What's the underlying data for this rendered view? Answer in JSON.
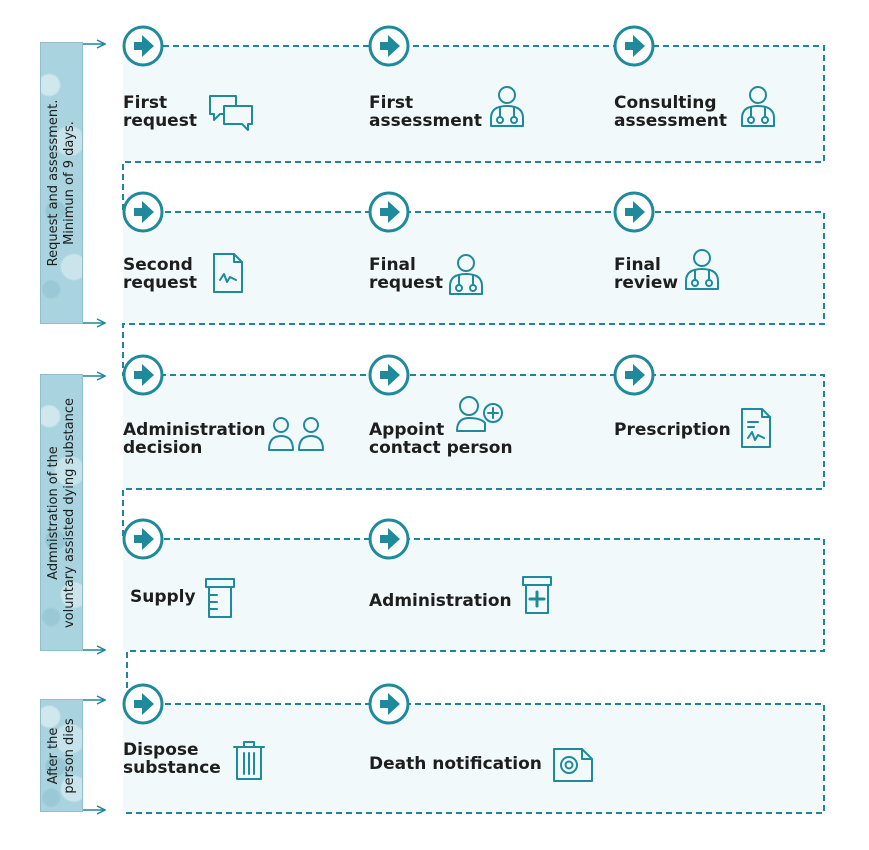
{
  "phases": [
    {
      "label_lines": [
        "Request and assessment.",
        "Minimun of 9 days."
      ]
    },
    {
      "label_lines": [
        "Admnistration of the",
        "voluntary assisted dying substance"
      ]
    },
    {
      "label_lines": [
        "After the",
        "person dies"
      ]
    }
  ],
  "steps": [
    {
      "lines": [
        "First",
        "request"
      ],
      "icon": "chat-bubbles-icon"
    },
    {
      "lines": [
        "First",
        "assessment"
      ],
      "icon": "doctor-icon"
    },
    {
      "lines": [
        "Consulting",
        "assessment"
      ],
      "icon": "doctor-icon"
    },
    {
      "lines": [
        "Second",
        "request"
      ],
      "icon": "document-signature-icon"
    },
    {
      "lines": [
        "Final",
        "request"
      ],
      "icon": "doctor-icon"
    },
    {
      "lines": [
        "Final",
        "review"
      ],
      "icon": "doctor-icon"
    },
    {
      "lines": [
        "Administration",
        "decision"
      ],
      "icon": "two-people-icon"
    },
    {
      "lines": [
        "Appoint",
        "contact person"
      ],
      "icon": "person-add-icon"
    },
    {
      "lines": [
        "Prescription"
      ],
      "icon": "prescription-document-icon"
    },
    {
      "lines": [
        "Supply"
      ],
      "icon": "medicine-bottle-icon"
    },
    {
      "lines": [
        "Administration"
      ],
      "icon": "medicine-box-icon"
    },
    {
      "lines": [
        "Dispose",
        "substance"
      ],
      "icon": "trash-bin-icon"
    },
    {
      "lines": [
        "Death notification"
      ],
      "icon": "certificate-icon"
    }
  ],
  "colors": {
    "accent": "#1f8a9c",
    "dash": "#20849a",
    "panel": "#f2f9fb",
    "band": "#a8d3df"
  }
}
